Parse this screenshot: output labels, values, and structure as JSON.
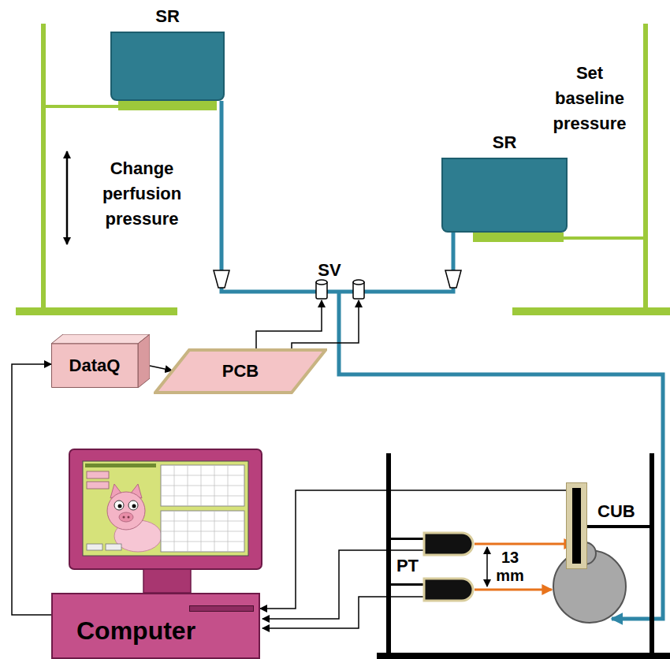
{
  "diagram": {
    "nodes": [
      {
        "text": [
          "SR"
        ]
      },
      {
        "text": [
          "SR"
        ]
      },
      {
        "text": [
          "DataQ"
        ]
      },
      {
        "text": [
          "PCB"
        ]
      },
      {
        "text": [
          "Computer"
        ]
      },
      {
        "text": [
          "CUB"
        ]
      }
    ],
    "edges": [
      {
        "from": 4,
        "to": 2,
        "arrow": "to"
      },
      {
        "from": 2,
        "to": 3,
        "arrow": "to"
      },
      {
        "from": 5,
        "to": 4,
        "arrow": "to"
      }
    ],
    "labels": [
      "Change perfusion pressure",
      "Set baseline pressure",
      "SV",
      "PT",
      "13 mm"
    ]
  }
}
